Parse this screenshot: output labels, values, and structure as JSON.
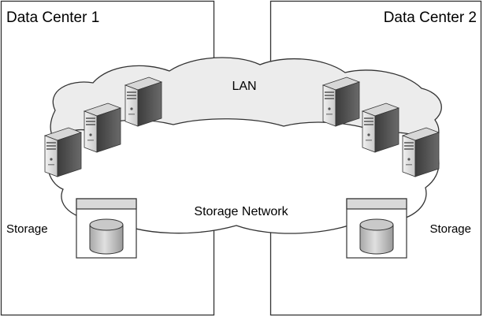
{
  "data_centers": [
    {
      "name": "Data Center 1",
      "storage_label": "Storage"
    },
    {
      "name": "Data Center 2",
      "storage_label": "Storage"
    }
  ],
  "networks": {
    "lan_label": "LAN",
    "storage_label": "Storage Network"
  },
  "colors": {
    "lan_cloud": "#ececec",
    "storage_cloud": "#ffffff",
    "server_light": "#e4e4e4",
    "server_dark": "#5a5a5a",
    "box_border": "#333333"
  }
}
